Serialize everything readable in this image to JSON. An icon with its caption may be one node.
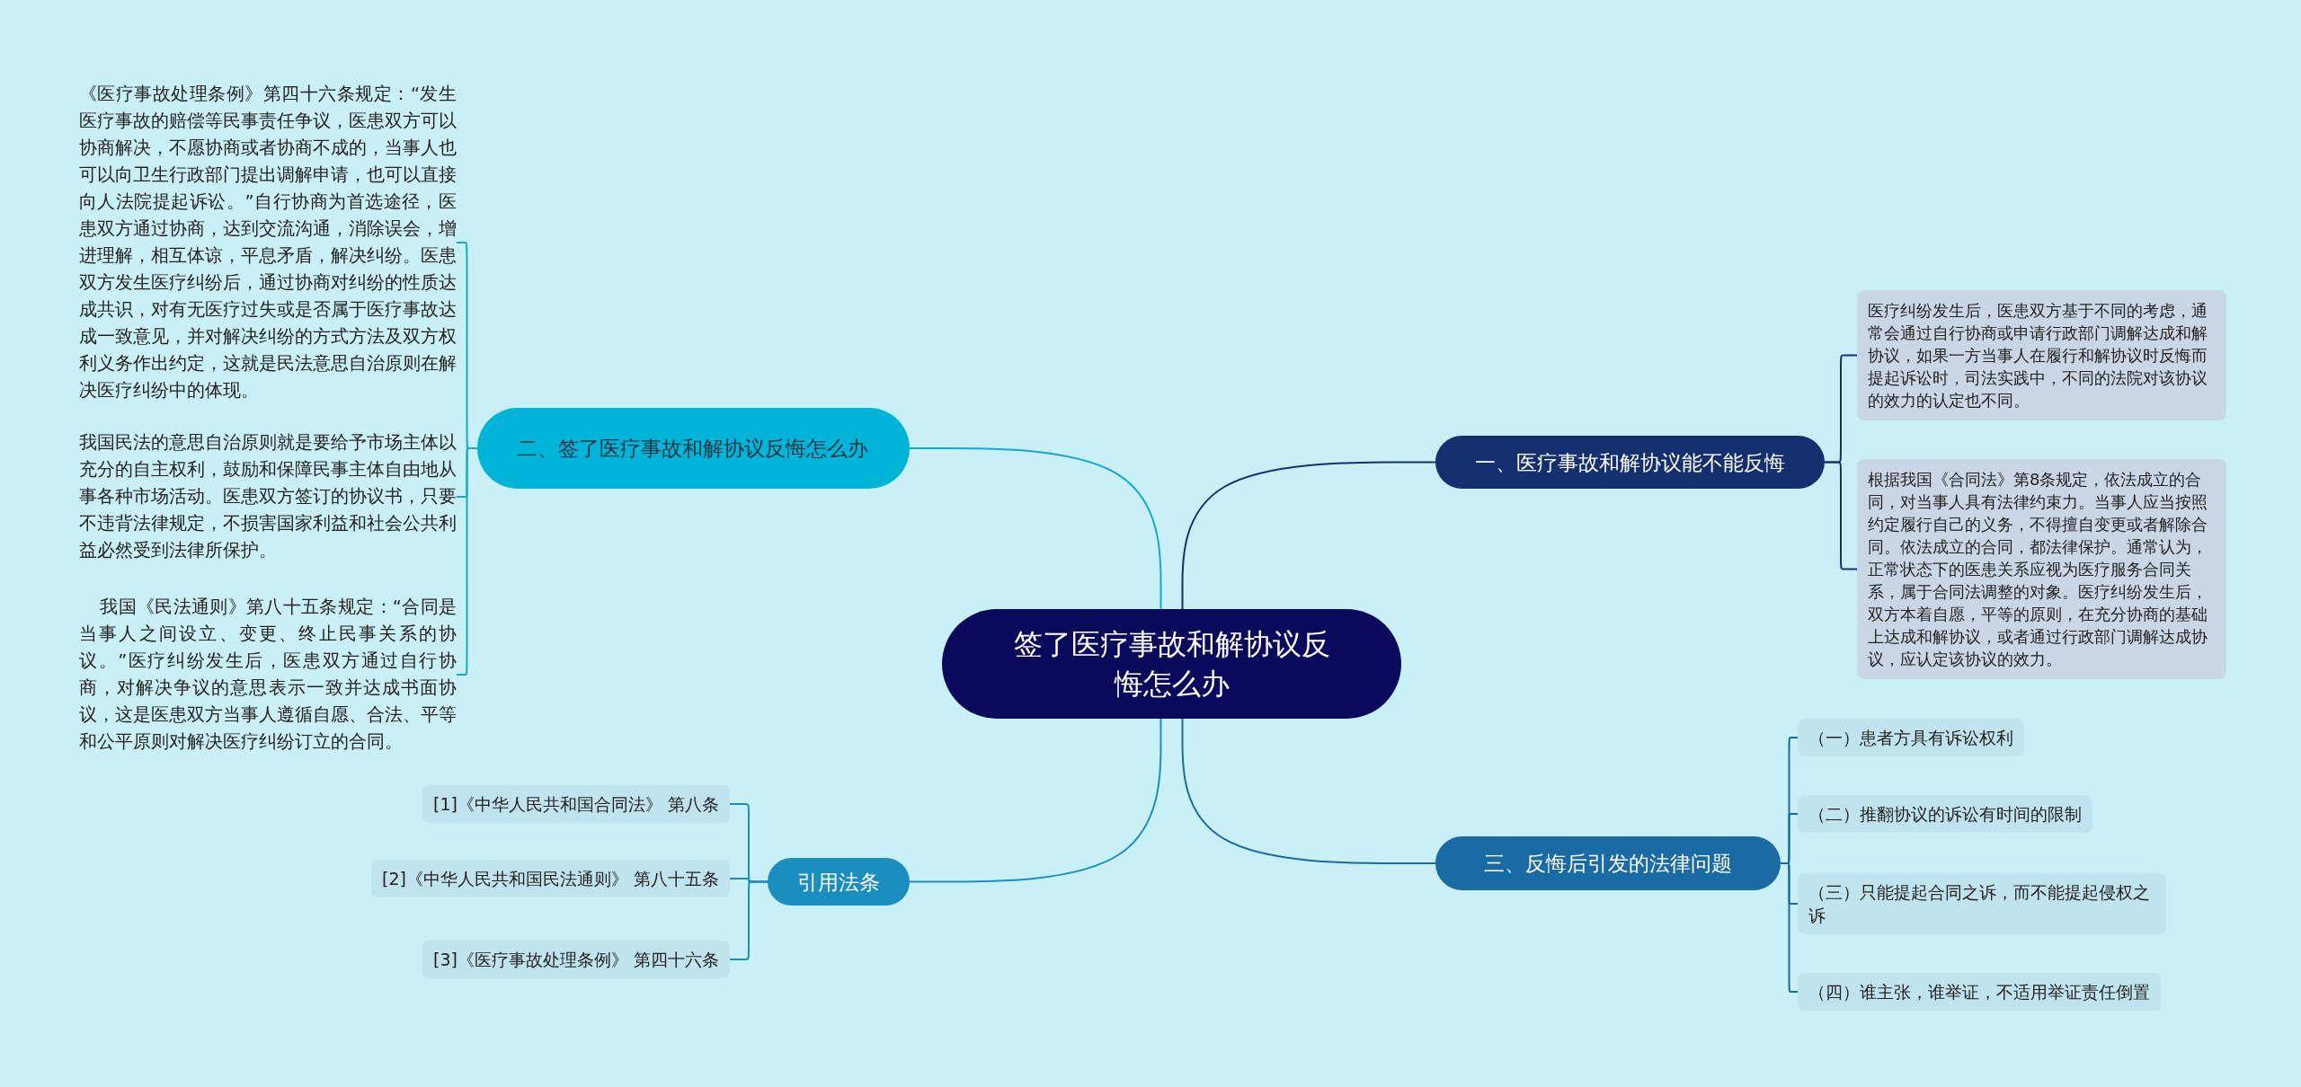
{
  "diagram": {
    "nodes": [
      {
        "text": [
          "签了医疗事故和解协议反悔怎么办"
        ]
      },
      {
        "text": [
          "一、医疗事故和解协议能不能反悔"
        ]
      },
      {
        "text": [
          "医疗纠纷发生后，医患双方基于不同的考虑，通常会通过自行协商或申请行政部门调解达成和解协议，如果一方当事人在履行和解协议时反悔而提起诉讼时，司法实践中，不同的法院对该协议的效力的认定也不同。"
        ]
      },
      {
        "text": [
          "根据我国《合同法》第8条规定，依法成立的合同，对当事人具有法律约束力。当事人应当按照约定履行自己的义务，不得擅自变更或者解除合同。依法成立的合同，都法律保护。通常认为，正常状态下的医患关系应视为医疗服务合同关系，属于合同法调整的对象。医疗纠纷发生后，双方本着自愿，平等的原则，在充分协商的基础上达成和解协议，或者通过行政部门调解达成协议，应认定该协议的效力。"
        ]
      },
      {
        "text": [
          "二、签了医疗事故和解协议反悔怎么办"
        ]
      },
      {
        "text": [
          "《医疗事故处理条例》第四十六条规定：“发生医疗事故的赔偿等民事责任争议，医患双方可以协商解决，不愿协商或者协商不成的，当事人也可以向卫生行政部门提出调解申请，也可以直接向人法院提起诉讼。”自行协商为首选途径，医患双方通过协商，达到交流沟通，消除误会，增进理解，相互体谅，平息矛盾，解决纠纷。医患双方发生医疗纠纷后，通过协商对纠纷的性质达成共识，对有无医疗过失或是否属于医疗事故达成一致意见，并对解决纠纷的方式方法及双方权利义务作出约定，这就是民法意思自治原则在解决医疗纠纷中的体现。"
        ]
      },
      {
        "text": [
          "我国民法的意思自治原则就是要给予市场主体以充分的自主权利，鼓励和保障民事主体自由地从事各种市场活动。医患双方签订的协议书，只要不违背法律规定，不损害国家利益和社会公共利益必然受到法律所保护。"
        ]
      },
      {
        "text": [
          "我国《民法通则》第八十五条规定：“合同是当事人之间设立、变更、终止民事关系的协议。”医疗纠纷发生后，医患双方通过自行协商，对解决争议的意思表示一致并达成书面协议，这是医患双方当事人遵循自愿、合法、平等和公平原则对解决医疗纠纷订立的合同。"
        ]
      },
      {
        "text": [
          "三、反悔后引发的法律问题"
        ]
      },
      {
        "text": [
          "（一）患者方具有诉讼权利"
        ]
      },
      {
        "text": [
          "（二）推翻协议的诉讼有时间的限制"
        ]
      },
      {
        "text": [
          "（三）只能提起合同之诉，而不能提起侵权之诉"
        ]
      },
      {
        "text": [
          "（四）谁主张，谁举证，不适用举证责任倒置"
        ]
      },
      {
        "text": [
          "引用法条"
        ]
      },
      {
        "text": [
          "[1]《中华人民共和国合同法》 第八条"
        ]
      },
      {
        "text": [
          "[2]《中华人民共和国民法通则》 第八十五条"
        ]
      },
      {
        "text": [
          "[3]《医疗事故处理条例》 第四十六条"
        ]
      }
    ],
    "edges": [
      {
        "from": 0,
        "to": 1,
        "arrow": "none",
        "color": "#15306e"
      },
      {
        "from": 1,
        "to": 2,
        "arrow": "none",
        "color": "#15306e"
      },
      {
        "from": 1,
        "to": 3,
        "arrow": "none",
        "color": "#15306e"
      },
      {
        "from": 0,
        "to": 4,
        "arrow": "none",
        "color": "#17a9c9"
      },
      {
        "from": 4,
        "to": 5,
        "arrow": "none",
        "color": "#17a9c9"
      },
      {
        "from": 4,
        "to": 6,
        "arrow": "none",
        "color": "#17a9c9"
      },
      {
        "from": 4,
        "to": 7,
        "arrow": "none",
        "color": "#17a9c9"
      },
      {
        "from": 0,
        "to": 8,
        "arrow": "none",
        "color": "#1a6aa3"
      },
      {
        "from": 8,
        "to": 9,
        "arrow": "none",
        "color": "#1a6aa3"
      },
      {
        "from": 8,
        "to": 10,
        "arrow": "none",
        "color": "#1a6aa3"
      },
      {
        "from": 8,
        "to": 11,
        "arrow": "none",
        "color": "#1a6aa3"
      },
      {
        "from": 8,
        "to": 12,
        "arrow": "none",
        "color": "#1a6aa3"
      },
      {
        "from": 0,
        "to": 13,
        "arrow": "none",
        "color": "#1a8fbf"
      },
      {
        "from": 13,
        "to": 14,
        "arrow": "none",
        "color": "#1a8fbf"
      },
      {
        "from": 13,
        "to": 15,
        "arrow": "none",
        "color": "#1a8fbf"
      },
      {
        "from": 13,
        "to": 16,
        "arrow": "none",
        "color": "#1a8fbf"
      }
    ]
  }
}
